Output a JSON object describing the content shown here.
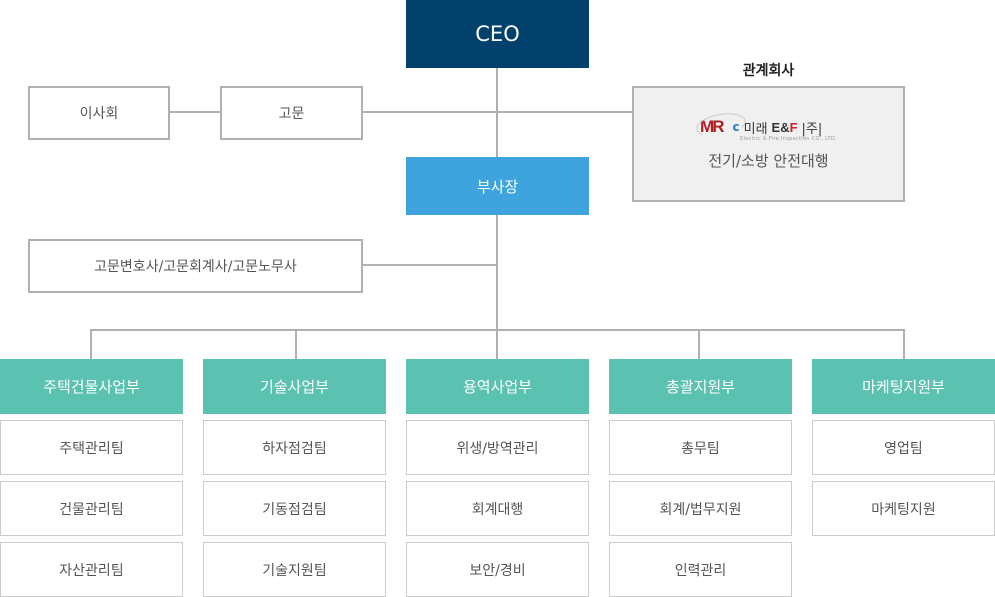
{
  "chart": {
    "ceo": "CEO",
    "board": "이사회",
    "advisor": "고문",
    "vice_president": "부사장",
    "advisory_professionals": "고문변호사/고문회계사/고문노무사",
    "affiliate": {
      "title": "관계회사",
      "logo_mark": "MR",
      "logo_name": "미래",
      "logo_ef_e": "E&",
      "logo_ef_f": "F",
      "logo_suffix": "|주|",
      "logo_subtitle": "Electric & Fire Inspection CO., LTD.",
      "description": "전기/소방 안전대행"
    },
    "colors": {
      "ceo": "#01416b",
      "vice_president": "#3fa4de",
      "department": "#5bc2b1",
      "connector": "#b0b0b0"
    },
    "departments": [
      {
        "name": "주택건물사업부",
        "teams": [
          "주택관리팀",
          "건물관리팀",
          "자산관리팀"
        ]
      },
      {
        "name": "기술사업부",
        "teams": [
          "하자점검팀",
          "기동점검팀",
          "기술지원팀"
        ]
      },
      {
        "name": "용역사업부",
        "teams": [
          "위생/방역관리",
          "회계대행",
          "보안/경비"
        ]
      },
      {
        "name": "총괄지원부",
        "teams": [
          "총무팀",
          "회계/법무지원",
          "인력관리"
        ]
      },
      {
        "name": "마케팅지원부",
        "teams": [
          "영업팀",
          "마케팅지원"
        ]
      }
    ]
  }
}
